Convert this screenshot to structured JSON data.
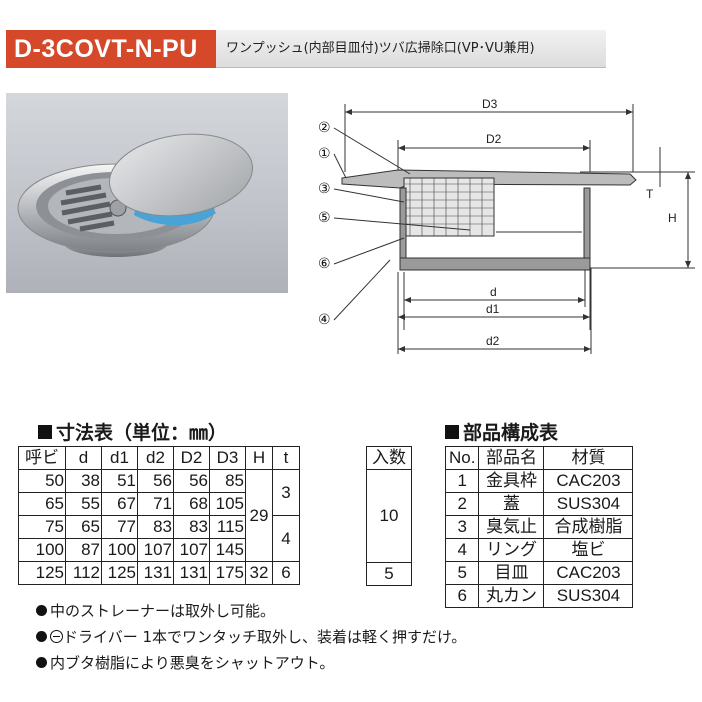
{
  "header": {
    "model": "D-3COVT-N-PU",
    "description": "ワンプッシュ(内部目皿付)ツバ広掃除口(VP･VU兼用)"
  },
  "diagram": {
    "callouts": [
      "②",
      "①",
      "③",
      "⑤",
      "⑥",
      "④"
    ],
    "dims": {
      "D3": "D3",
      "D2": "D2",
      "T": "T",
      "H": "H",
      "d": "d",
      "d1": "d1",
      "d2": "d2"
    }
  },
  "dimension_table": {
    "title": "寸法表（単位：㎜）",
    "headers": [
      "呼ビ",
      "d",
      "d1",
      "d2",
      "D2",
      "D3",
      "H",
      "t"
    ],
    "rows": [
      [
        "50",
        "38",
        "51",
        "56",
        "56",
        "85"
      ],
      [
        "65",
        "55",
        "67",
        "71",
        "68",
        "105"
      ],
      [
        "75",
        "65",
        "77",
        "83",
        "83",
        "115"
      ],
      [
        "100",
        "87",
        "100",
        "107",
        "107",
        "145"
      ],
      [
        "125",
        "112",
        "125",
        "131",
        "131",
        "175"
      ]
    ],
    "h_merged": "29",
    "h_last": "32",
    "t_group1": "3",
    "t_group2": "4",
    "t_last": "6"
  },
  "quantity_table": {
    "header": "入数",
    "merged": "10",
    "last": "5"
  },
  "parts_table": {
    "title": "部品構成表",
    "headers": [
      "No.",
      "部品名",
      "材質"
    ],
    "rows": [
      [
        "1",
        "金具枠",
        "CAC203"
      ],
      [
        "2",
        "蓋",
        "SUS304"
      ],
      [
        "3",
        "臭気止",
        "合成樹脂"
      ],
      [
        "4",
        "リング",
        "塩ビ"
      ],
      [
        "5",
        "目皿",
        "CAC203"
      ],
      [
        "6",
        "丸カン",
        "SUS304"
      ]
    ]
  },
  "notes": {
    "n1": "中のストレーナーは取外し可能。",
    "n2": "ドライバー 1本でワンタッチ取外し、装着は軽く押すだけ。",
    "n3": "内ブタ樹脂により悪臭をシャットアウト。"
  }
}
